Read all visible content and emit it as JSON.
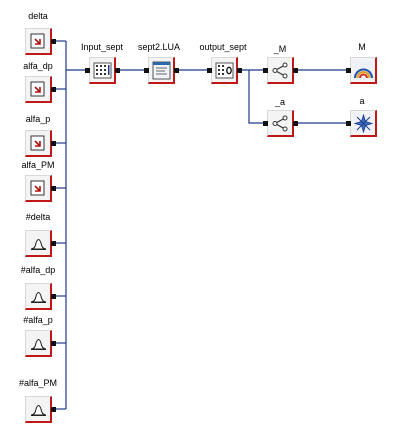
{
  "nodes": {
    "delta": {
      "label": "delta",
      "icon": "input-slot-icon"
    },
    "alfa_dp": {
      "label": "alfa_dp",
      "icon": "input-slot-icon"
    },
    "alfa_p": {
      "label": "alfa_p",
      "icon": "input-slot-icon"
    },
    "alfa_PM": {
      "label": "alfa_PM",
      "icon": "input-slot-icon"
    },
    "n_delta": {
      "label": "#delta",
      "icon": "distribution-icon"
    },
    "n_alfa_dp": {
      "label": "#alfa_dp",
      "icon": "distribution-icon"
    },
    "n_alfa_p": {
      "label": "#alfa_p",
      "icon": "distribution-icon"
    },
    "n_alfa_PM": {
      "label": "#alfa_PM",
      "icon": "distribution-icon"
    },
    "input_sept": {
      "label": "Input_sept",
      "icon": "grid-table-icon"
    },
    "sept2_lua": {
      "label": "sept2.LUA",
      "icon": "script-icon"
    },
    "output_sept": {
      "label": "output_sept",
      "icon": "grid-output-icon"
    },
    "split_M": {
      "label": "_M",
      "icon": "splitter-icon"
    },
    "split_a": {
      "label": "_a",
      "icon": "splitter-icon"
    },
    "out_M": {
      "label": "M",
      "icon": "rainbow-plot-icon"
    },
    "out_a": {
      "label": "a",
      "icon": "star-plot-icon"
    }
  },
  "colors": {
    "wire": "#1e3b8a",
    "node_border": "#c01818",
    "node_bg": "#f4f4f4"
  }
}
